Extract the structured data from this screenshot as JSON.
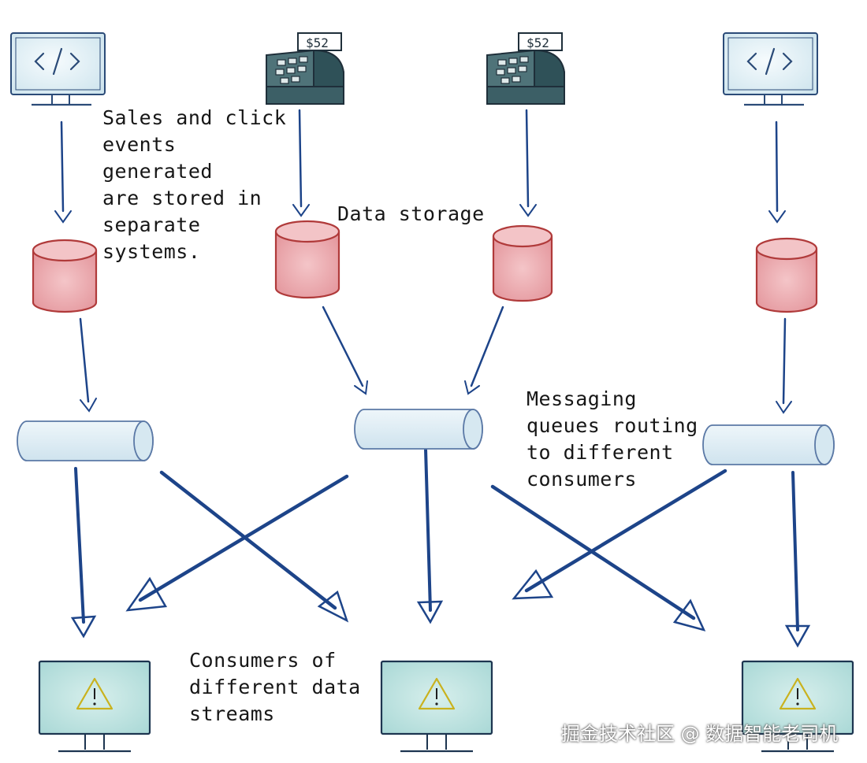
{
  "annotations": {
    "sales_events": "Sales and click\nevents\ngenerated\nare stored in\nseparate\nsystems.",
    "data_storage": "Data storage",
    "messaging_queues": "Messaging\nqueues routing\nto different\nconsumers",
    "consumers": "Consumers of\ndifferent data\nstreams"
  },
  "register_price": "$52",
  "watermark": "掘金技术社区 @ 数据智能老司机",
  "icons": {
    "web_source": "code-monitor-icon",
    "register_source": "cash-register-icon",
    "storage": "database-icon",
    "queue": "queue-pipe-icon",
    "consumer": "warning-monitor-icon"
  },
  "colors": {
    "arrow": "#1d4489",
    "database": "#b03a3a",
    "database_fill": "#e8a9ae",
    "queue_fill": "#dfeef5",
    "queue_stroke": "#5b79a6",
    "monitor_fill": "#eaf4f8",
    "consumer_fill": "#bfe3e0",
    "warning": "#c9b21e",
    "register_fill": "#4f7379"
  }
}
